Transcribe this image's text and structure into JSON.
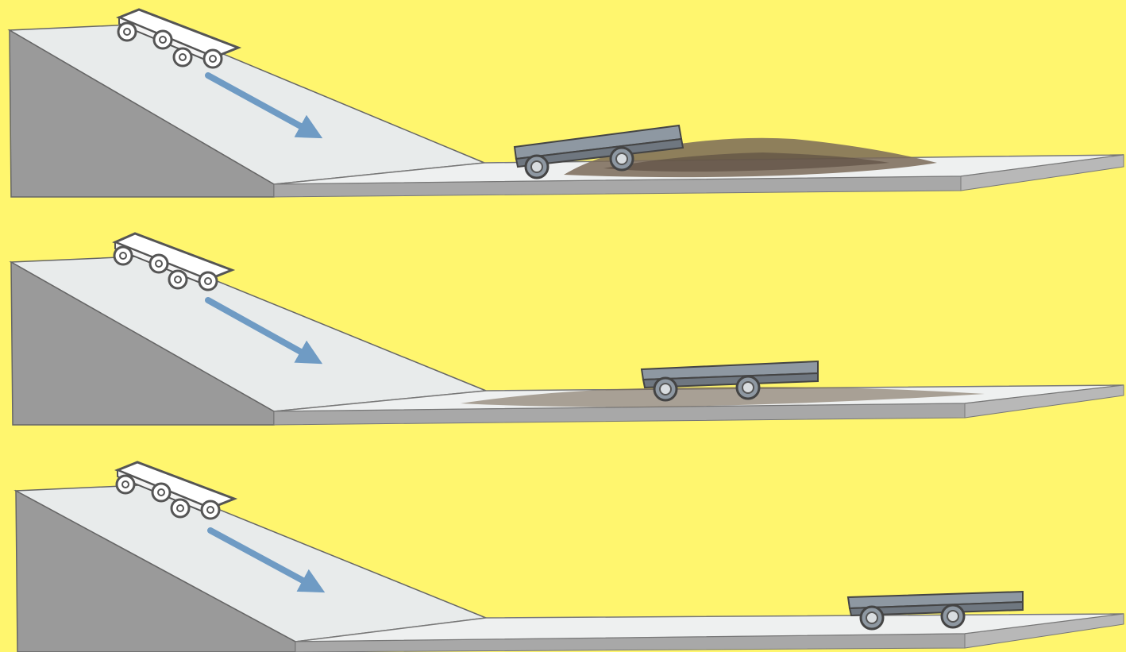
{
  "colors": {
    "background": "#FFF66E",
    "ramp_top": "#E8EBEB",
    "ramp_side": "#9A9A9A",
    "surface_top": "#EEF0F0",
    "surface_edge": "#A8A8A8",
    "cart_start": "#FFFFFF",
    "cart_end": "#8E98A2",
    "arrow": "#6F9BC4",
    "rough_material": "#7A6A58",
    "outline": "#555555"
  },
  "panels": [
    {
      "surface": "heavy-rough",
      "cart_stop_position": "near"
    },
    {
      "surface": "light-rough",
      "cart_stop_position": "middle"
    },
    {
      "surface": "smooth",
      "cart_stop_position": "far"
    }
  ]
}
